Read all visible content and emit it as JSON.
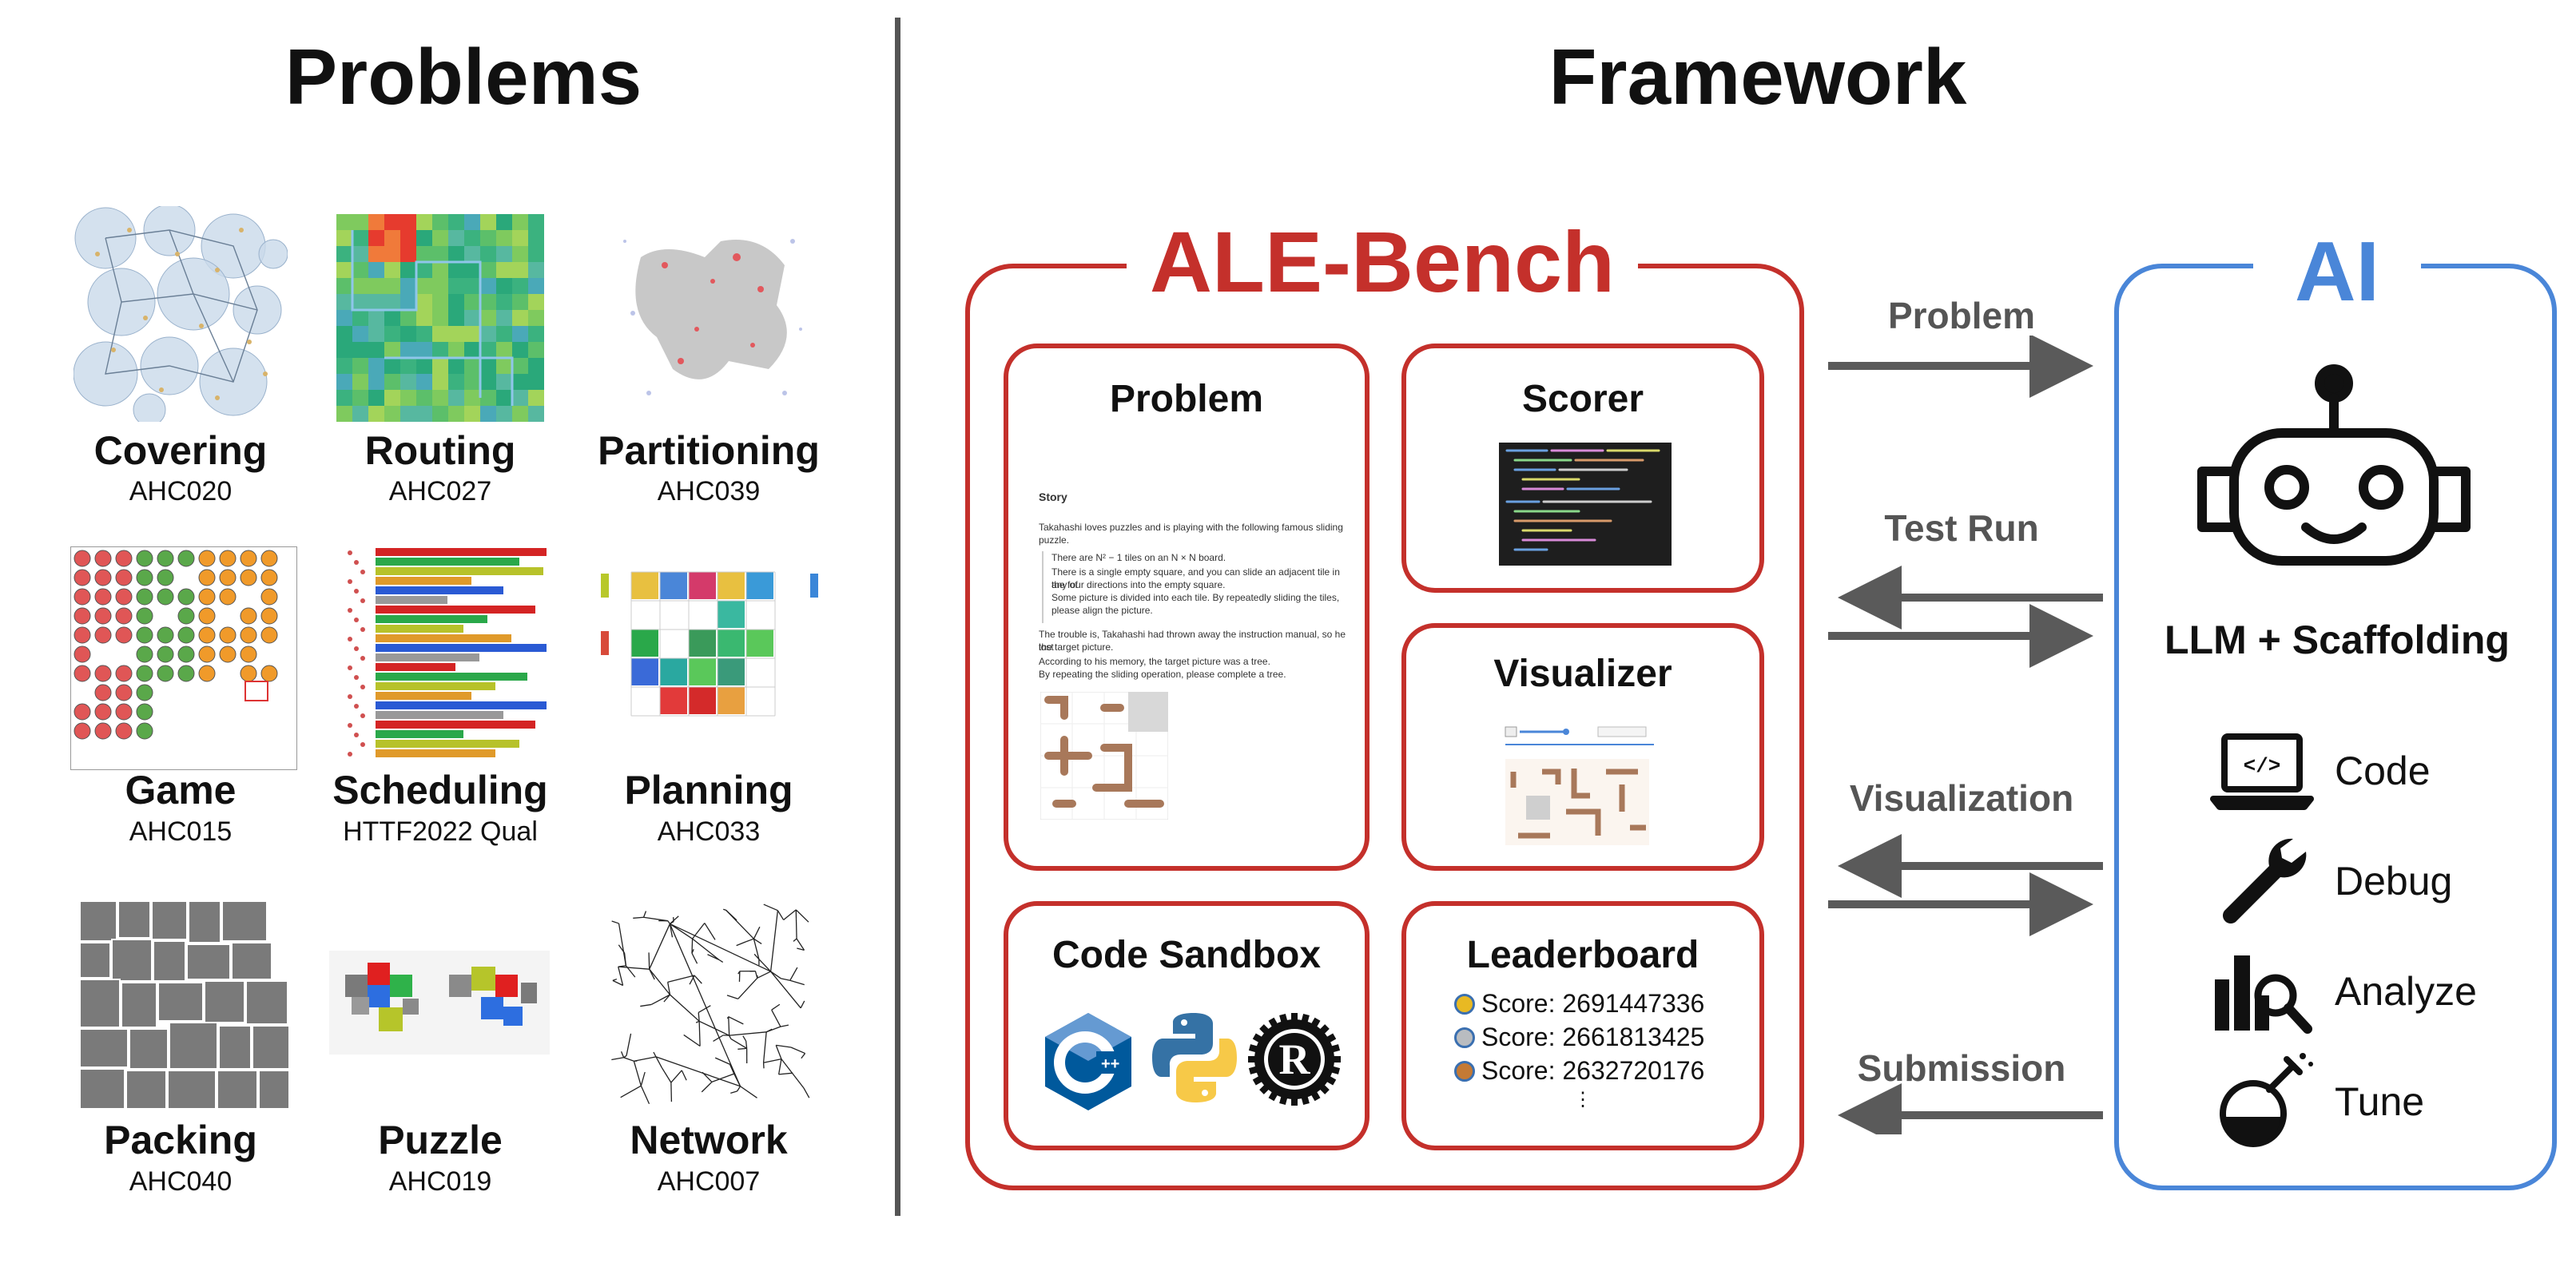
{
  "left": {
    "title": "Problems",
    "problems": [
      {
        "name": "Covering",
        "code": "AHC020"
      },
      {
        "name": "Routing",
        "code": "AHC027"
      },
      {
        "name": "Partitioning",
        "code": "AHC039"
      },
      {
        "name": "Game",
        "code": "AHC015"
      },
      {
        "name": "Scheduling",
        "code": "HTTF2022 Qual"
      },
      {
        "name": "Planning",
        "code": "AHC033"
      },
      {
        "name": "Packing",
        "code": "AHC040"
      },
      {
        "name": "Puzzle",
        "code": "AHC019"
      },
      {
        "name": "Network",
        "code": "AHC007"
      }
    ]
  },
  "right": {
    "title": "Framework",
    "bench": {
      "title": "ALE-Bench",
      "problem_card": {
        "title": "Problem",
        "story_heading": "Story",
        "story_lines": [
          "Takahashi loves puzzles and is playing with the following famous sliding puzzle.",
          "There are N² − 1 tiles on an N × N board.",
          "There is a single empty square, and you can slide an adjacent tile in any of",
          "the four directions into the empty square.",
          "Some picture is divided into each tile. By repeatedly sliding the tiles,",
          "please align the picture.",
          "The trouble is, Takahashi had thrown away the instruction manual, so he lost",
          "the target picture.",
          "According to his memory, the target picture was a tree.",
          "By repeating the sliding operation, please complete a tree."
        ]
      },
      "scorer_card": {
        "title": "Scorer"
      },
      "visualizer_card": {
        "title": "Visualizer"
      },
      "sandbox_card": {
        "title": "Code Sandbox",
        "languages": [
          "C++",
          "Python",
          "Rust"
        ]
      },
      "leaderboard_card": {
        "title": "Leaderboard",
        "rows": [
          {
            "label": "Score: 2691447336",
            "medal_color": "#e8b923"
          },
          {
            "label": "Score: 2661813425",
            "medal_color": "#b9bcc0"
          },
          {
            "label": "Score: 2632720176",
            "medal_color": "#c47a35"
          }
        ],
        "more": "⋮"
      }
    },
    "arrows": {
      "problem": "Problem",
      "test_run": "Test Run",
      "visualization": "Visualization",
      "submission": "Submission"
    },
    "ai": {
      "title": "AI",
      "subtitle": "LLM + Scaffolding",
      "capabilities": [
        {
          "label": "Code",
          "icon": "laptop-code-icon"
        },
        {
          "label": "Debug",
          "icon": "wrench-icon"
        },
        {
          "label": "Analyze",
          "icon": "chart-magnifier-icon"
        },
        {
          "label": "Tune",
          "icon": "flask-icon"
        }
      ]
    },
    "colors": {
      "bench": "#c4302b",
      "ai": "#4a86d8",
      "arrow": "#5a5a5a"
    }
  }
}
